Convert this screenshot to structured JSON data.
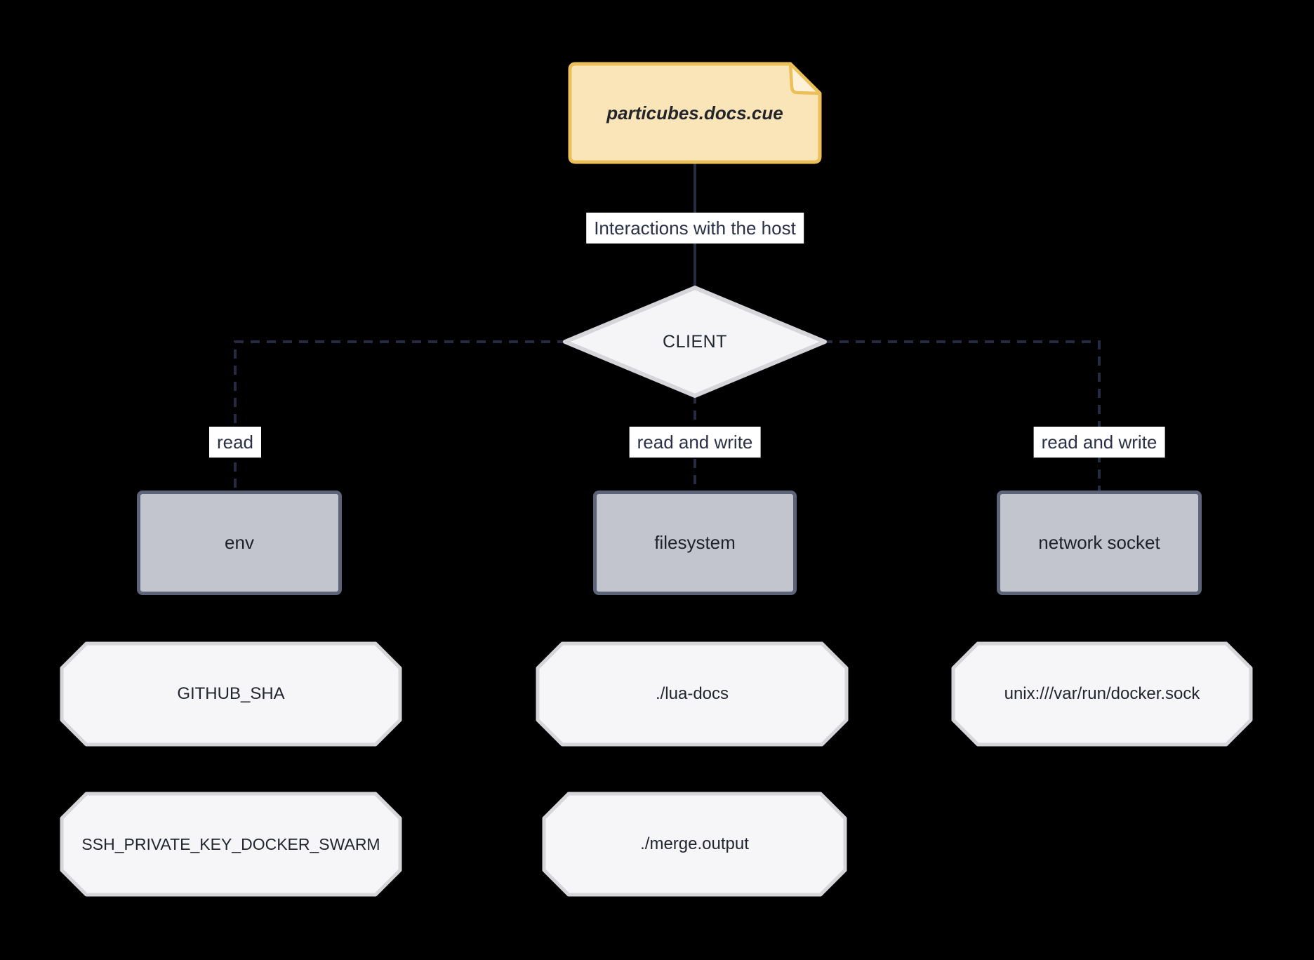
{
  "diagram": {
    "source_node": {
      "label": "particubes.docs.cue"
    },
    "root_edge_label": "Interactions with the host",
    "client_node": {
      "label": "CLIENT"
    },
    "columns": [
      {
        "edge_label": "read",
        "resource": "env",
        "values": [
          "GITHUB_SHA",
          "SSH_PRIVATE_KEY_DOCKER_SWARM"
        ]
      },
      {
        "edge_label": "read and write",
        "resource": "filesystem",
        "values": [
          "./lua-docs",
          "./merge.output"
        ]
      },
      {
        "edge_label": "read and write",
        "resource": "network socket",
        "values": [
          "unix:///var/run/docker.sock"
        ]
      }
    ],
    "colors": {
      "background": "#000000",
      "note_fill": "#f9e5b8",
      "note_border": "#ecbf58",
      "note_fold_fill": "#fdf2d8",
      "diamond_fill": "#f5f5f7",
      "diamond_border": "#d5d5da",
      "resource_box_fill": "#c2c5cd",
      "resource_box_border": "#5d6478",
      "octagon_fill": "#f6f6f8",
      "octagon_border": "#d5d5da",
      "edge_line": "#252c42",
      "edge_label_bg": "#ffffff",
      "edge_label_text": "#2a3147"
    }
  }
}
